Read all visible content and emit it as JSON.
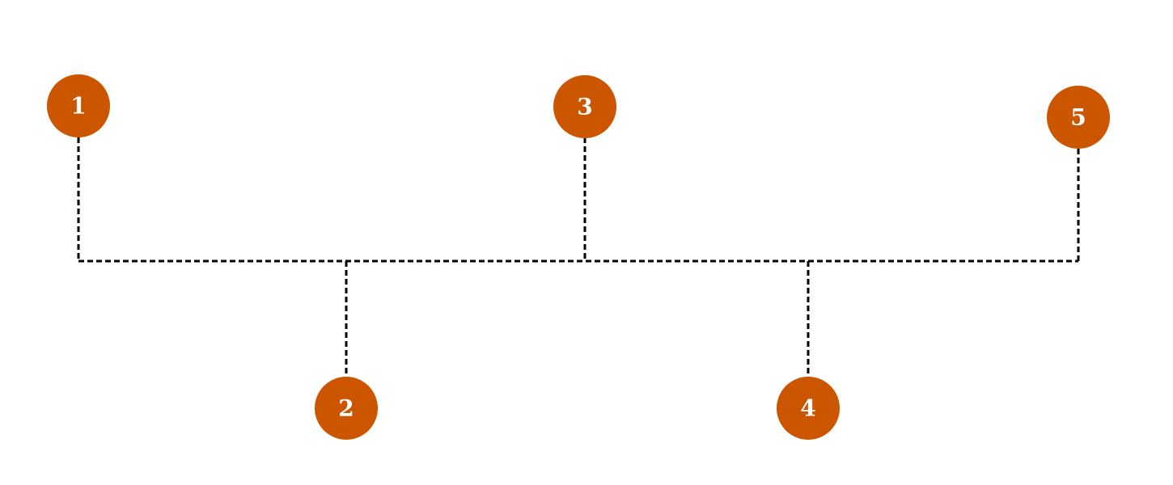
{
  "diagram": {
    "type": "timeline-connector",
    "colors": {
      "node_fill": "#cc5500",
      "node_text": "#ffffff",
      "connector": "#000000",
      "background": "#ffffff"
    },
    "connector_style": "dashed",
    "nodes": [
      {
        "label": "1",
        "side": "above"
      },
      {
        "label": "2",
        "side": "below"
      },
      {
        "label": "3",
        "side": "above"
      },
      {
        "label": "4",
        "side": "below"
      },
      {
        "label": "5",
        "side": "above"
      }
    ]
  }
}
